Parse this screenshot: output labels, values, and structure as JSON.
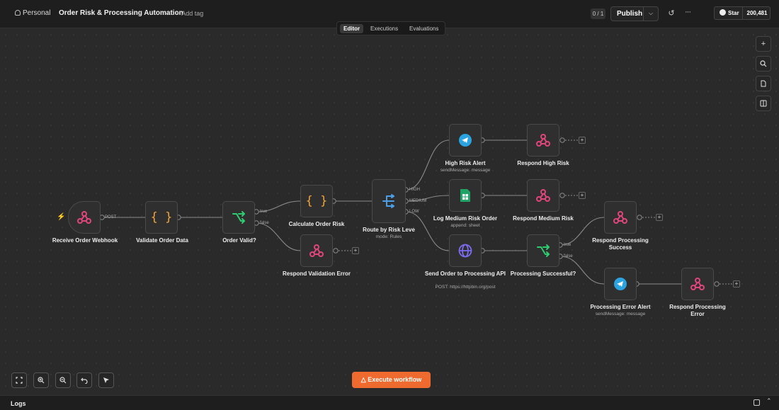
{
  "header": {
    "breadcrumb_workspace": "Personal",
    "workflow_title": "Order Risk & Processing Automation",
    "add_tag": "+ Add tag",
    "counter": "0 / 1",
    "publish_label": "Publish",
    "github_star_label": "Star",
    "github_star_count": "200,481"
  },
  "tabs": [
    {
      "label": "Editor",
      "active": true
    },
    {
      "label": "Executions",
      "active": false
    },
    {
      "label": "Evaluations",
      "active": false
    }
  ],
  "nodes": {
    "receive_order_webhook": {
      "label": "Receive Order Webhook",
      "icon": "webhook-icon"
    },
    "validate_order_data": {
      "label": "Validate Order Data",
      "icon": "code-braces-icon"
    },
    "order_valid": {
      "label": "Order Valid?",
      "icon": "if-branch-icon"
    },
    "calculate_order_risk": {
      "label": "Calculate Order Risk",
      "icon": "code-braces-icon"
    },
    "respond_validation_error": {
      "label": "Respond Validation Error",
      "icon": "webhook-icon"
    },
    "route_by_risk": {
      "label": "Route by Risk Leve",
      "sub": "mode: Rules",
      "icon": "switch-icon"
    },
    "high_risk_alert": {
      "label": "High Risk Alert",
      "sub": "sendMessage: message",
      "icon": "telegram-icon"
    },
    "log_medium_risk": {
      "label": "Log Medium Risk Order",
      "sub": "append: sheet",
      "icon": "google-sheets-icon"
    },
    "send_order_api": {
      "label": "Send Order to Processing API",
      "sub": "POST: https://httpbin.org/post",
      "icon": "globe-icon"
    },
    "respond_high_risk": {
      "label": "Respond High Risk",
      "icon": "webhook-icon"
    },
    "respond_medium_risk": {
      "label": "Respond Medium Risk",
      "icon": "webhook-icon"
    },
    "processing_successful": {
      "label": "Processing Successful?",
      "icon": "if-branch-icon"
    },
    "respond_processing_success": {
      "label": "Respond Processing Success",
      "icon": "webhook-icon"
    },
    "processing_error_alert": {
      "label": "Processing Error Alert",
      "sub": "sendMessage: message",
      "icon": "telegram-icon"
    },
    "respond_processing_error": {
      "label": "Respond Processing Error",
      "icon": "webhook-icon"
    }
  },
  "port_labels": {
    "post": "POST",
    "true": "true",
    "false": "false",
    "high": "HIGH",
    "medium": "MEDIUM",
    "low": "LOW"
  },
  "execute_button": "Execute workflow",
  "logs_label": "Logs",
  "colors": {
    "accent": "#ef6a2e",
    "webhook": "#e0467c",
    "code": "#f0a33a",
    "if_branch": "#2ecc71",
    "switch": "#4a9fe6",
    "telegram": "#2aa3e0",
    "sheets": "#21a366",
    "globe": "#7b6cf0"
  }
}
